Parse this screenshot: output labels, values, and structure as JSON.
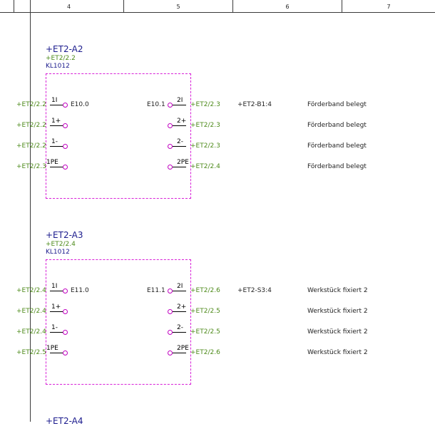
{
  "ruler": {
    "columns": [
      "4",
      "5",
      "6",
      "7"
    ]
  },
  "devices": [
    {
      "title": "+ET2-A2",
      "page_ref": "+ET2/2.2",
      "type": "KL1012",
      "rows": [
        {
          "left_xref": "+ET2/2.2",
          "left_pin": "1I",
          "left_addr": "E10.0",
          "right_addr": "E10.1",
          "right_pin": "2I",
          "right_xref": "+ET2/2.3",
          "target": "+ET2-B1:4",
          "desc": "Förderband belegt"
        },
        {
          "left_xref": "+ET2/2.2",
          "left_pin": "1+",
          "left_addr": "",
          "right_addr": "",
          "right_pin": "2+",
          "right_xref": "+ET2/2.3",
          "target": "",
          "desc": "Förderband belegt"
        },
        {
          "left_xref": "+ET2/2.2",
          "left_pin": "1-",
          "left_addr": "",
          "right_addr": "",
          "right_pin": "2-",
          "right_xref": "+ET2/2.3",
          "target": "",
          "desc": "Förderband belegt"
        },
        {
          "left_xref": "+ET2/2.3",
          "left_pin": "1PE",
          "left_addr": "",
          "right_addr": "",
          "right_pin": "2PE",
          "right_xref": "+ET2/2.4",
          "target": "",
          "desc": "Förderband belegt"
        }
      ]
    },
    {
      "title": "+ET2-A3",
      "page_ref": "+ET2/2.4",
      "type": "KL1012",
      "rows": [
        {
          "left_xref": "+ET2/2.4",
          "left_pin": "1I",
          "left_addr": "E11.0",
          "right_addr": "E11.1",
          "right_pin": "2I",
          "right_xref": "+ET2/2.6",
          "target": "+ET2-S3:4",
          "desc": "Werkstück fixiert 2"
        },
        {
          "left_xref": "+ET2/2.4",
          "left_pin": "1+",
          "left_addr": "",
          "right_addr": "",
          "right_pin": "2+",
          "right_xref": "+ET2/2.5",
          "target": "",
          "desc": "Werkstück fixiert 2"
        },
        {
          "left_xref": "+ET2/2.4",
          "left_pin": "1-",
          "left_addr": "",
          "right_addr": "",
          "right_pin": "2-",
          "right_xref": "+ET2/2.5",
          "target": "",
          "desc": "Werkstück fixiert 2"
        },
        {
          "left_xref": "+ET2/2.5",
          "left_pin": "1PE",
          "left_addr": "",
          "right_addr": "",
          "right_pin": "2PE",
          "right_xref": "+ET2/2.6",
          "target": "",
          "desc": "Werkstück fixiert 2"
        }
      ]
    }
  ],
  "partial_device": {
    "title": "+ET2-A4"
  }
}
